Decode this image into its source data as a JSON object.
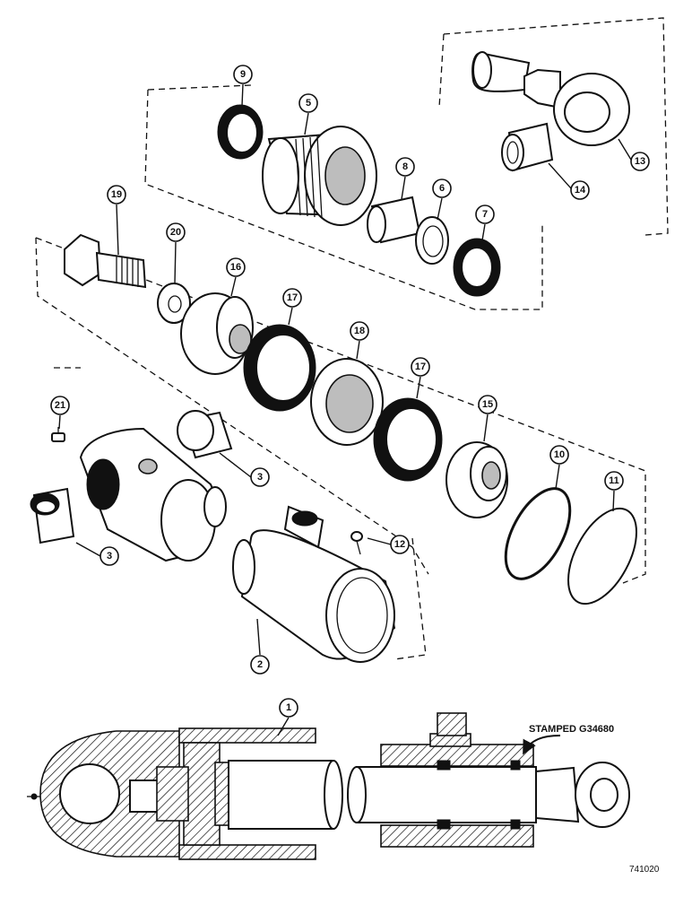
{
  "diagram": {
    "callouts": [
      "1",
      "2",
      "3",
      "3",
      "5",
      "6",
      "7",
      "8",
      "9",
      "10",
      "11",
      "12",
      "13",
      "14",
      "15",
      "16",
      "17",
      "17",
      "18",
      "19",
      "20",
      "21"
    ],
    "annotation": "STAMPED G34680",
    "reference": "741020"
  }
}
